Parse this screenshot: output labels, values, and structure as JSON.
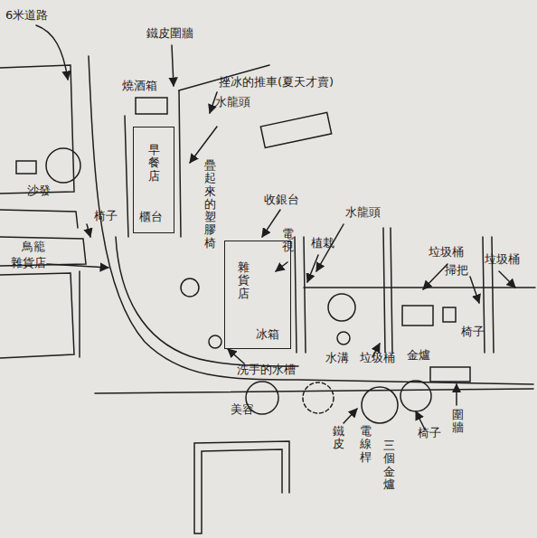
{
  "diagram": {
    "nodes": [
      {
        "text": [
          "早餐店",
          "櫃台"
        ]
      },
      {
        "text": [
          "雜貨店",
          "冰箱"
        ]
      }
    ],
    "labels": [
      "6米道路",
      "鐵皮圍牆",
      "燒酒箱",
      "挫冰的推車(夏天才賣)",
      "水龍頭",
      "疊起來的塑膠椅",
      "收銀台",
      "水龍頭",
      "電視",
      "植栽",
      "垃圾桶",
      "掃把",
      "垃圾桶",
      "椅子",
      "沙發",
      "椅子",
      "鳥籠",
      "雜貨店",
      "洗手的水槽",
      "水溝",
      "垃圾桶",
      "金爐",
      "美容",
      "鐵皮",
      "電線桿",
      "三個金爐",
      "椅子",
      "圍牆"
    ]
  }
}
